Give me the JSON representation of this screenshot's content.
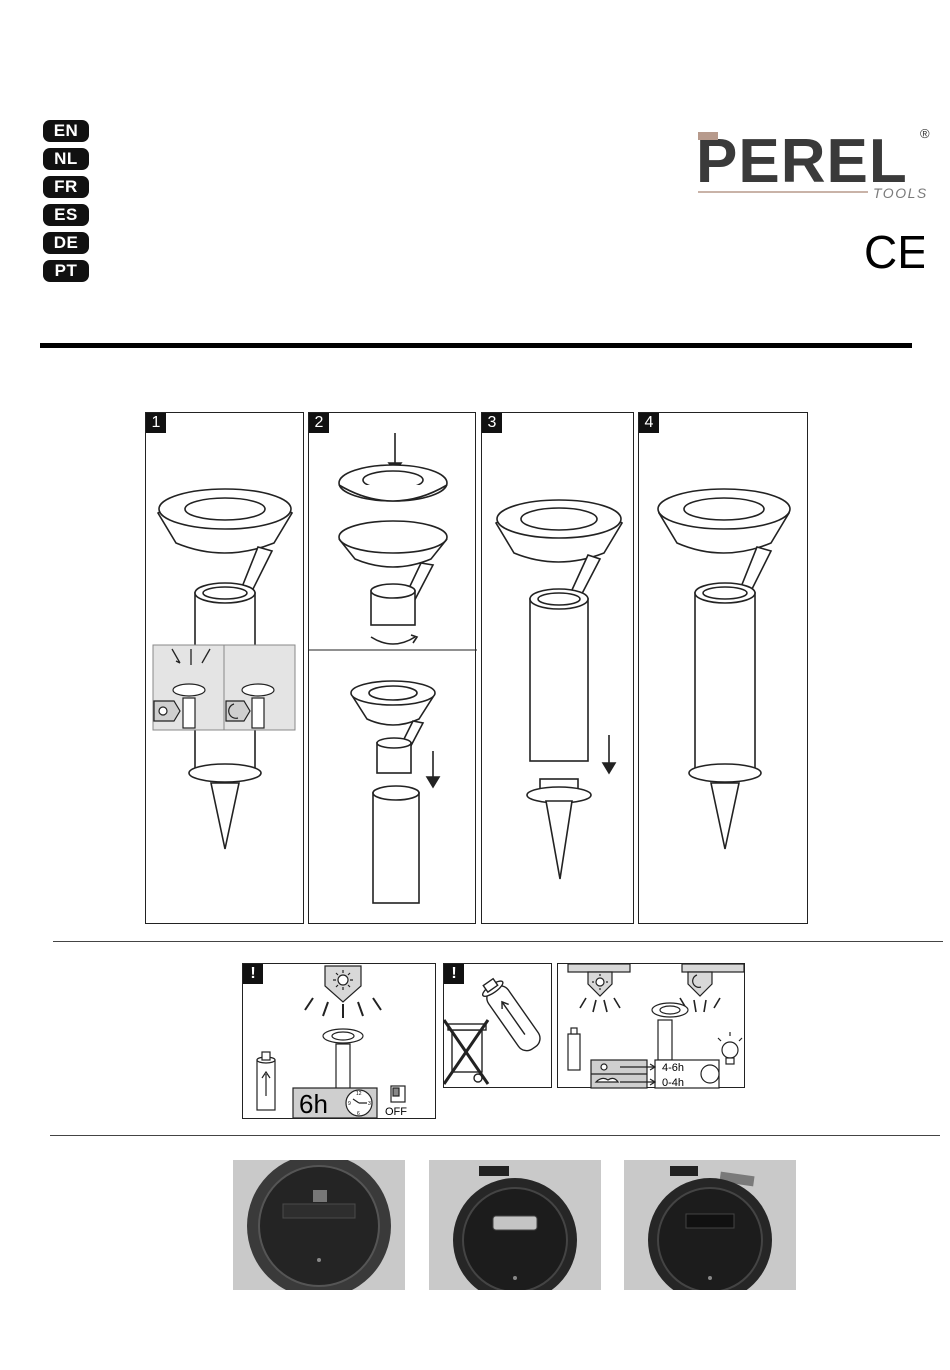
{
  "languages": [
    "EN",
    "NL",
    "FR",
    "ES",
    "DE",
    "PT"
  ],
  "brand": {
    "name": "PEREL",
    "sub": "TOOLS",
    "registered": "®"
  },
  "ce_mark": "CE",
  "steps": [
    {
      "number": "1"
    },
    {
      "number": "2"
    },
    {
      "number": "3"
    },
    {
      "number": "4"
    }
  ],
  "notes": {
    "warning_mark": "!",
    "charge_time": "6h",
    "off_label": "OFF",
    "clock_numbers": [
      "12",
      "3",
      "6",
      "9"
    ],
    "sunny_hours": "4-6h",
    "cloudy_hours": "0-4h"
  }
}
